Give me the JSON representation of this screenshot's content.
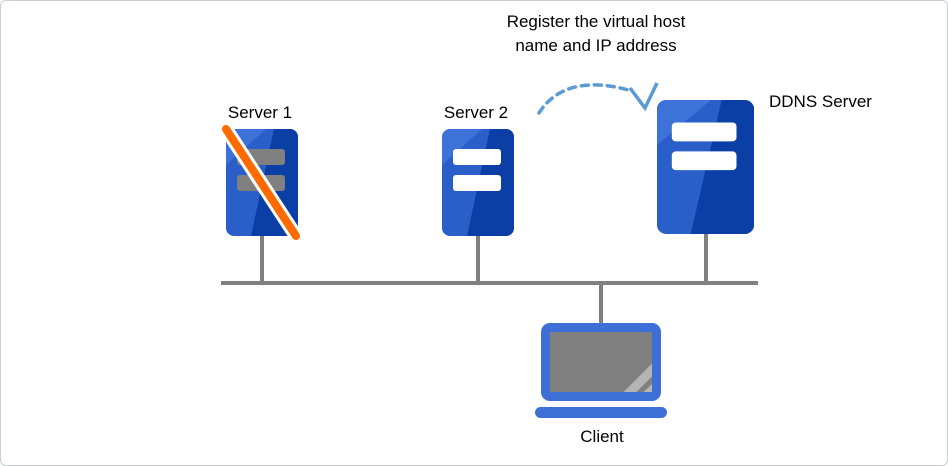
{
  "annotation": {
    "line1": "Register the virtual host",
    "line2": "name and IP address"
  },
  "nodes": {
    "server1": {
      "label": "Server 1",
      "state": "failed"
    },
    "server2": {
      "label": "Server 2",
      "state": "active"
    },
    "ddns_server": {
      "label": "DDNS Server",
      "state": "active"
    },
    "client": {
      "label": "Client"
    }
  },
  "connections": {
    "register_arrow": {
      "from": "Server 2",
      "to": "DDNS Server",
      "style": "dashed-arc"
    },
    "network_bus": [
      "Server 1",
      "Server 2",
      "DDNS Server",
      "Client"
    ]
  },
  "colors": {
    "server_light": "#2a5fc9",
    "server_dark": "#0b3fa6",
    "server_highlight": "#3d73d9",
    "slot_white": "#ffffff",
    "slot_gray": "#808080",
    "failure_stripe": "#ff6a00",
    "failure_casing": "#ffffff",
    "arrow_blue": "#5b9bd5",
    "network_line": "#808080",
    "laptop_blue": "#3d6fd6",
    "screen_gray": "#808080",
    "screen_glare": "#b5b5b5",
    "text": "#000000",
    "canvas_border": "#c9cdd4"
  }
}
